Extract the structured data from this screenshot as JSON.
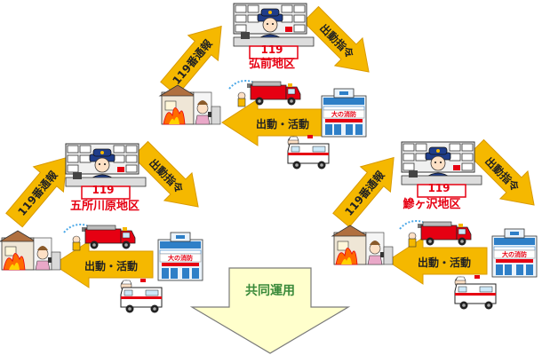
{
  "colors": {
    "arrow": "#f5b800",
    "arrow_edge": "#d99a00",
    "label_red": "#e60012",
    "sign_red": "#e60012",
    "building_blue": "#2e7fc7",
    "shared_arrow_fill": "#ffffcc",
    "shared_arrow_edge": "#7a7a7a"
  },
  "labels": {
    "call": "119番通報",
    "dispatch_order": "出動指令",
    "dispatch_activity": "出動・活動",
    "sign_number": "119",
    "fire_station_sign": "大の消防",
    "shared_operation": "共同運用"
  },
  "districts": [
    {
      "name": "弘前地区"
    },
    {
      "name": "五所川原地区"
    },
    {
      "name": "鰺ヶ沢地区"
    }
  ],
  "icons": [
    "dispatcher-icon",
    "fire-station-icon",
    "fire-truck-icon",
    "ambulance-icon",
    "house-fire-icon"
  ]
}
